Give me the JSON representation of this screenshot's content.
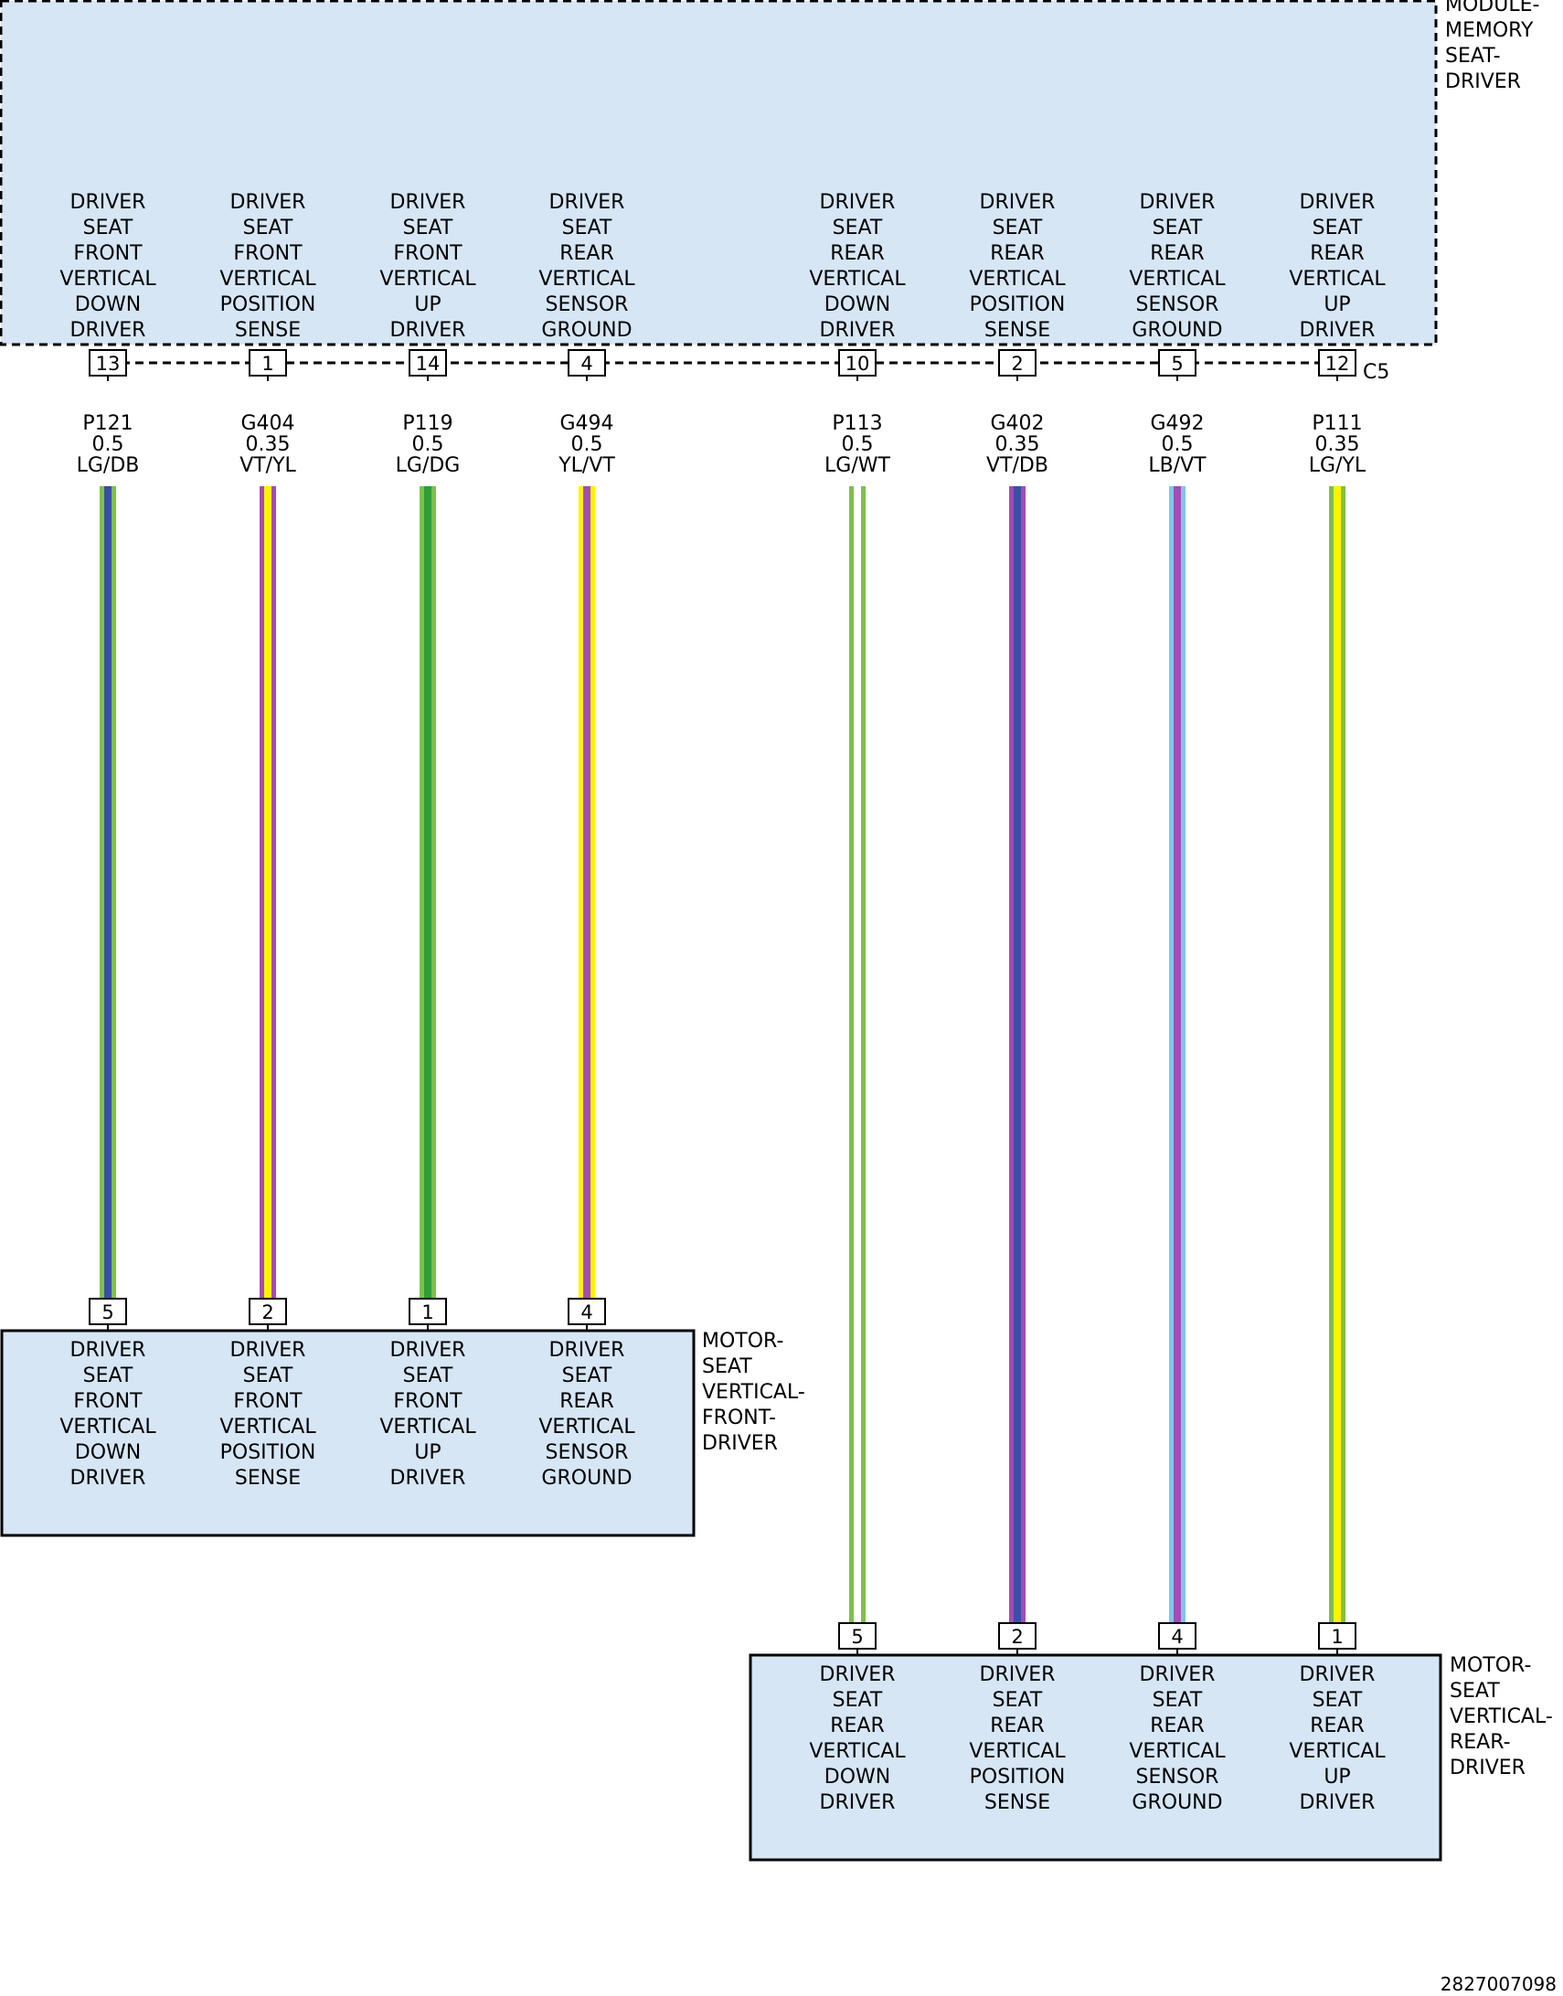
{
  "components": {
    "module": {
      "name_lines": [
        "MODULE-",
        "MEMORY",
        "SEAT-",
        "DRIVER"
      ],
      "connector": "C5"
    },
    "motor_front": {
      "name_lines": [
        "MOTOR-",
        "SEAT",
        "VERTICAL-",
        "FRONT-",
        "DRIVER"
      ]
    },
    "motor_rear": {
      "name_lines": [
        "MOTOR-",
        "SEAT",
        "VERTICAL-",
        "REAR-",
        "DRIVER"
      ]
    }
  },
  "colors": {
    "box_fill": "#d6e6f5",
    "LG": "#7ec04a",
    "DB": "#3a4fa6",
    "VT": "#a44bb5",
    "YL": "#fff200",
    "DG": "#2f9e3a",
    "WT": "#ffffff",
    "LB": "#7ec6ec"
  },
  "circuits": [
    {
      "id": "P121",
      "size": "0.5",
      "color": "LG/DB",
      "module_pin": "13",
      "motor": "motor_front",
      "motor_pin": "5",
      "function_lines": [
        "DRIVER",
        "SEAT",
        "FRONT",
        "VERTICAL",
        "DOWN",
        "DRIVER"
      ]
    },
    {
      "id": "G404",
      "size": "0.35",
      "color": "VT/YL",
      "module_pin": "1",
      "motor": "motor_front",
      "motor_pin": "2",
      "function_lines": [
        "DRIVER",
        "SEAT",
        "FRONT",
        "VERTICAL",
        "POSITION",
        "SENSE"
      ]
    },
    {
      "id": "P119",
      "size": "0.5",
      "color": "LG/DG",
      "module_pin": "14",
      "motor": "motor_front",
      "motor_pin": "1",
      "function_lines": [
        "DRIVER",
        "SEAT",
        "FRONT",
        "VERTICAL",
        "UP",
        "DRIVER"
      ]
    },
    {
      "id": "G494",
      "size": "0.5",
      "color": "YL/VT",
      "module_pin": "4",
      "motor": "motor_front",
      "motor_pin": "4",
      "function_lines": [
        "DRIVER",
        "SEAT",
        "REAR",
        "VERTICAL",
        "SENSOR",
        "GROUND"
      ]
    },
    {
      "id": "P113",
      "size": "0.5",
      "color": "LG/WT",
      "module_pin": "10",
      "motor": "motor_rear",
      "motor_pin": "5",
      "function_lines": [
        "DRIVER",
        "SEAT",
        "REAR",
        "VERTICAL",
        "DOWN",
        "DRIVER"
      ]
    },
    {
      "id": "G402",
      "size": "0.35",
      "color": "VT/DB",
      "module_pin": "2",
      "motor": "motor_rear",
      "motor_pin": "2",
      "function_lines": [
        "DRIVER",
        "SEAT",
        "REAR",
        "VERTICAL",
        "POSITION",
        "SENSE"
      ]
    },
    {
      "id": "G492",
      "size": "0.5",
      "color": "LB/VT",
      "module_pin": "5",
      "motor": "motor_rear",
      "motor_pin": "4",
      "function_lines": [
        "DRIVER",
        "SEAT",
        "REAR",
        "VERTICAL",
        "SENSOR",
        "GROUND"
      ]
    },
    {
      "id": "P111",
      "size": "0.35",
      "color": "LG/YL",
      "module_pin": "12",
      "motor": "motor_rear",
      "motor_pin": "1",
      "function_lines": [
        "DRIVER",
        "SEAT",
        "REAR",
        "VERTICAL",
        "UP",
        "DRIVER"
      ]
    }
  ],
  "footer": {
    "figure_id": "2827007098"
  }
}
